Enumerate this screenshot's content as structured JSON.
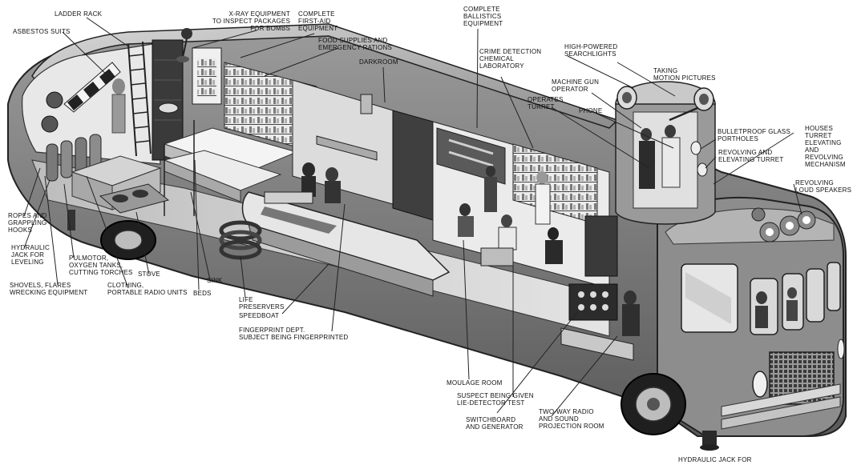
{
  "labels": {
    "ladder_rack": "LADDER RACK",
    "asbestos_suits": "ASBESTOS SUITS",
    "xray": "X-RAY EQUIPMENT\nTO INSPECT PACKAGES\nFOR BOMBS",
    "first_aid": "COMPLETE\nFIRST-AID\nEQUIPMENT",
    "food": "FOOD SUPPLIES AND\nEMERGENCY RATIONS",
    "darkroom": "DARKROOM",
    "ballistics": "COMPLETE\nBALLISTICS\nEQUIPMENT",
    "crime_lab": "CRIME DETECTION\nCHEMICAL\nLABORATORY",
    "searchlights": "HIGH-POWERED\nSEARCHLIGHTS",
    "motion_pictures": "TAKING\nMOTION PICTURES",
    "machine_gun": "MACHINE GUN\nOPERATOR",
    "operates_turret": "OPERATES\nTURRET",
    "phone": "PHONE",
    "portholes": "BULLETPROOF GLASS\nPORTHOLES",
    "turret": "REVOLVING AND\nELEVATING TURRET",
    "houses": "HOUSES\nTURRET\nELEVATING\nAND\nREVOLVING\nMECHANISM",
    "loudspeakers": "REVOLVING\nLOUD SPEAKERS",
    "ropes": "ROPES AND\nGRAPPLING\nHOOKS",
    "hydraulic_jack": "HYDRAULIC\nJACK FOR\nLEVELING",
    "pulmotor": "PULMOTOR,\nOXYGEN TANKS,\nCUTTING TORCHES",
    "shovels": "SHOVELS, FLARES\nWRECKING EQUIPMENT",
    "stove": "STOVE",
    "clothing": "CLOTHING,\nPORTABLE RADIO UNITS",
    "sink": "SINK",
    "beds": "BEDS",
    "life_preservers": "LIFE\nPRESERVERS",
    "speedboat": "SPEEDBOAT",
    "fingerprint": "FINGERPRINT DEPT.\nSUBJECT BEING FINGERPRINTED",
    "moulage": "MOULAGE ROOM",
    "lie_detector": "SUSPECT BEING GIVEN\nLIE-DETECTOR TEST",
    "switchboard": "SWITCHBOARD\nAND GENERATOR",
    "two_way": "TWO-WAY RADIO\nAND SOUND\nPROJECTION ROOM",
    "hydraulic_jack_front": "HYDRAULIC JACK FOR"
  }
}
